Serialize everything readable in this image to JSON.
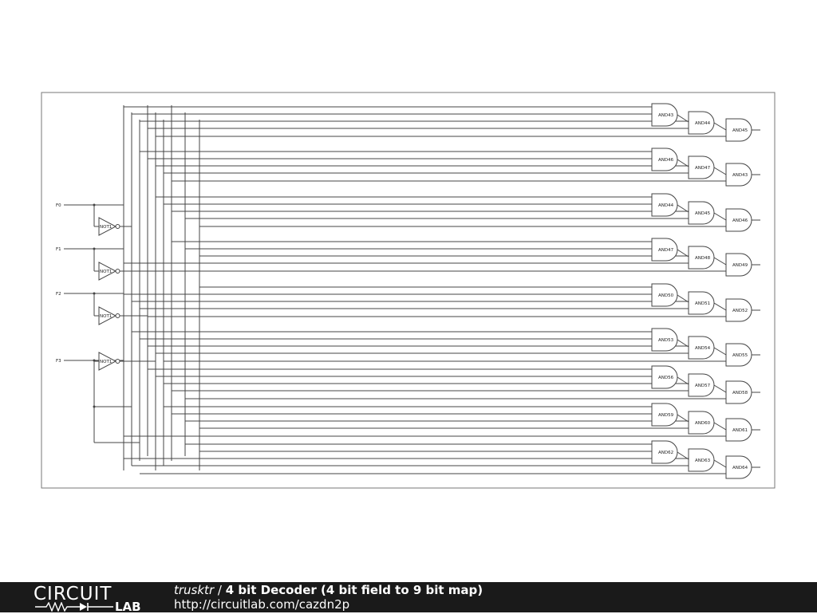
{
  "schematic": {
    "inputs": [
      "F0",
      "F1",
      "F2",
      "F3"
    ],
    "not_gates": [
      "NOT1",
      "NOT1",
      "NOT1",
      "NOT1"
    ],
    "and_rows": [
      [
        "AND43",
        "AND44",
        "AND45"
      ],
      [
        "AND46",
        "AND47",
        "AND43"
      ],
      [
        "AND44",
        "AND45",
        "AND46"
      ],
      [
        "AND47",
        "AND48",
        "AND49"
      ],
      [
        "AND50",
        "AND51",
        "AND52"
      ],
      [
        "AND53",
        "AND54",
        "AND55"
      ],
      [
        "AND56",
        "AND57",
        "AND58"
      ],
      [
        "AND59",
        "AND60",
        "AND61"
      ],
      [
        "AND62",
        "AND63",
        "AND64"
      ]
    ]
  },
  "footer": {
    "logo_top": "CIRCUIT",
    "logo_bottom": "LAB",
    "author": "trusktr",
    "separator": " / ",
    "title": "4 bit Decoder (4 bit field to 9 bit map)",
    "url": "http://circuitlab.com/cazdn2p"
  }
}
